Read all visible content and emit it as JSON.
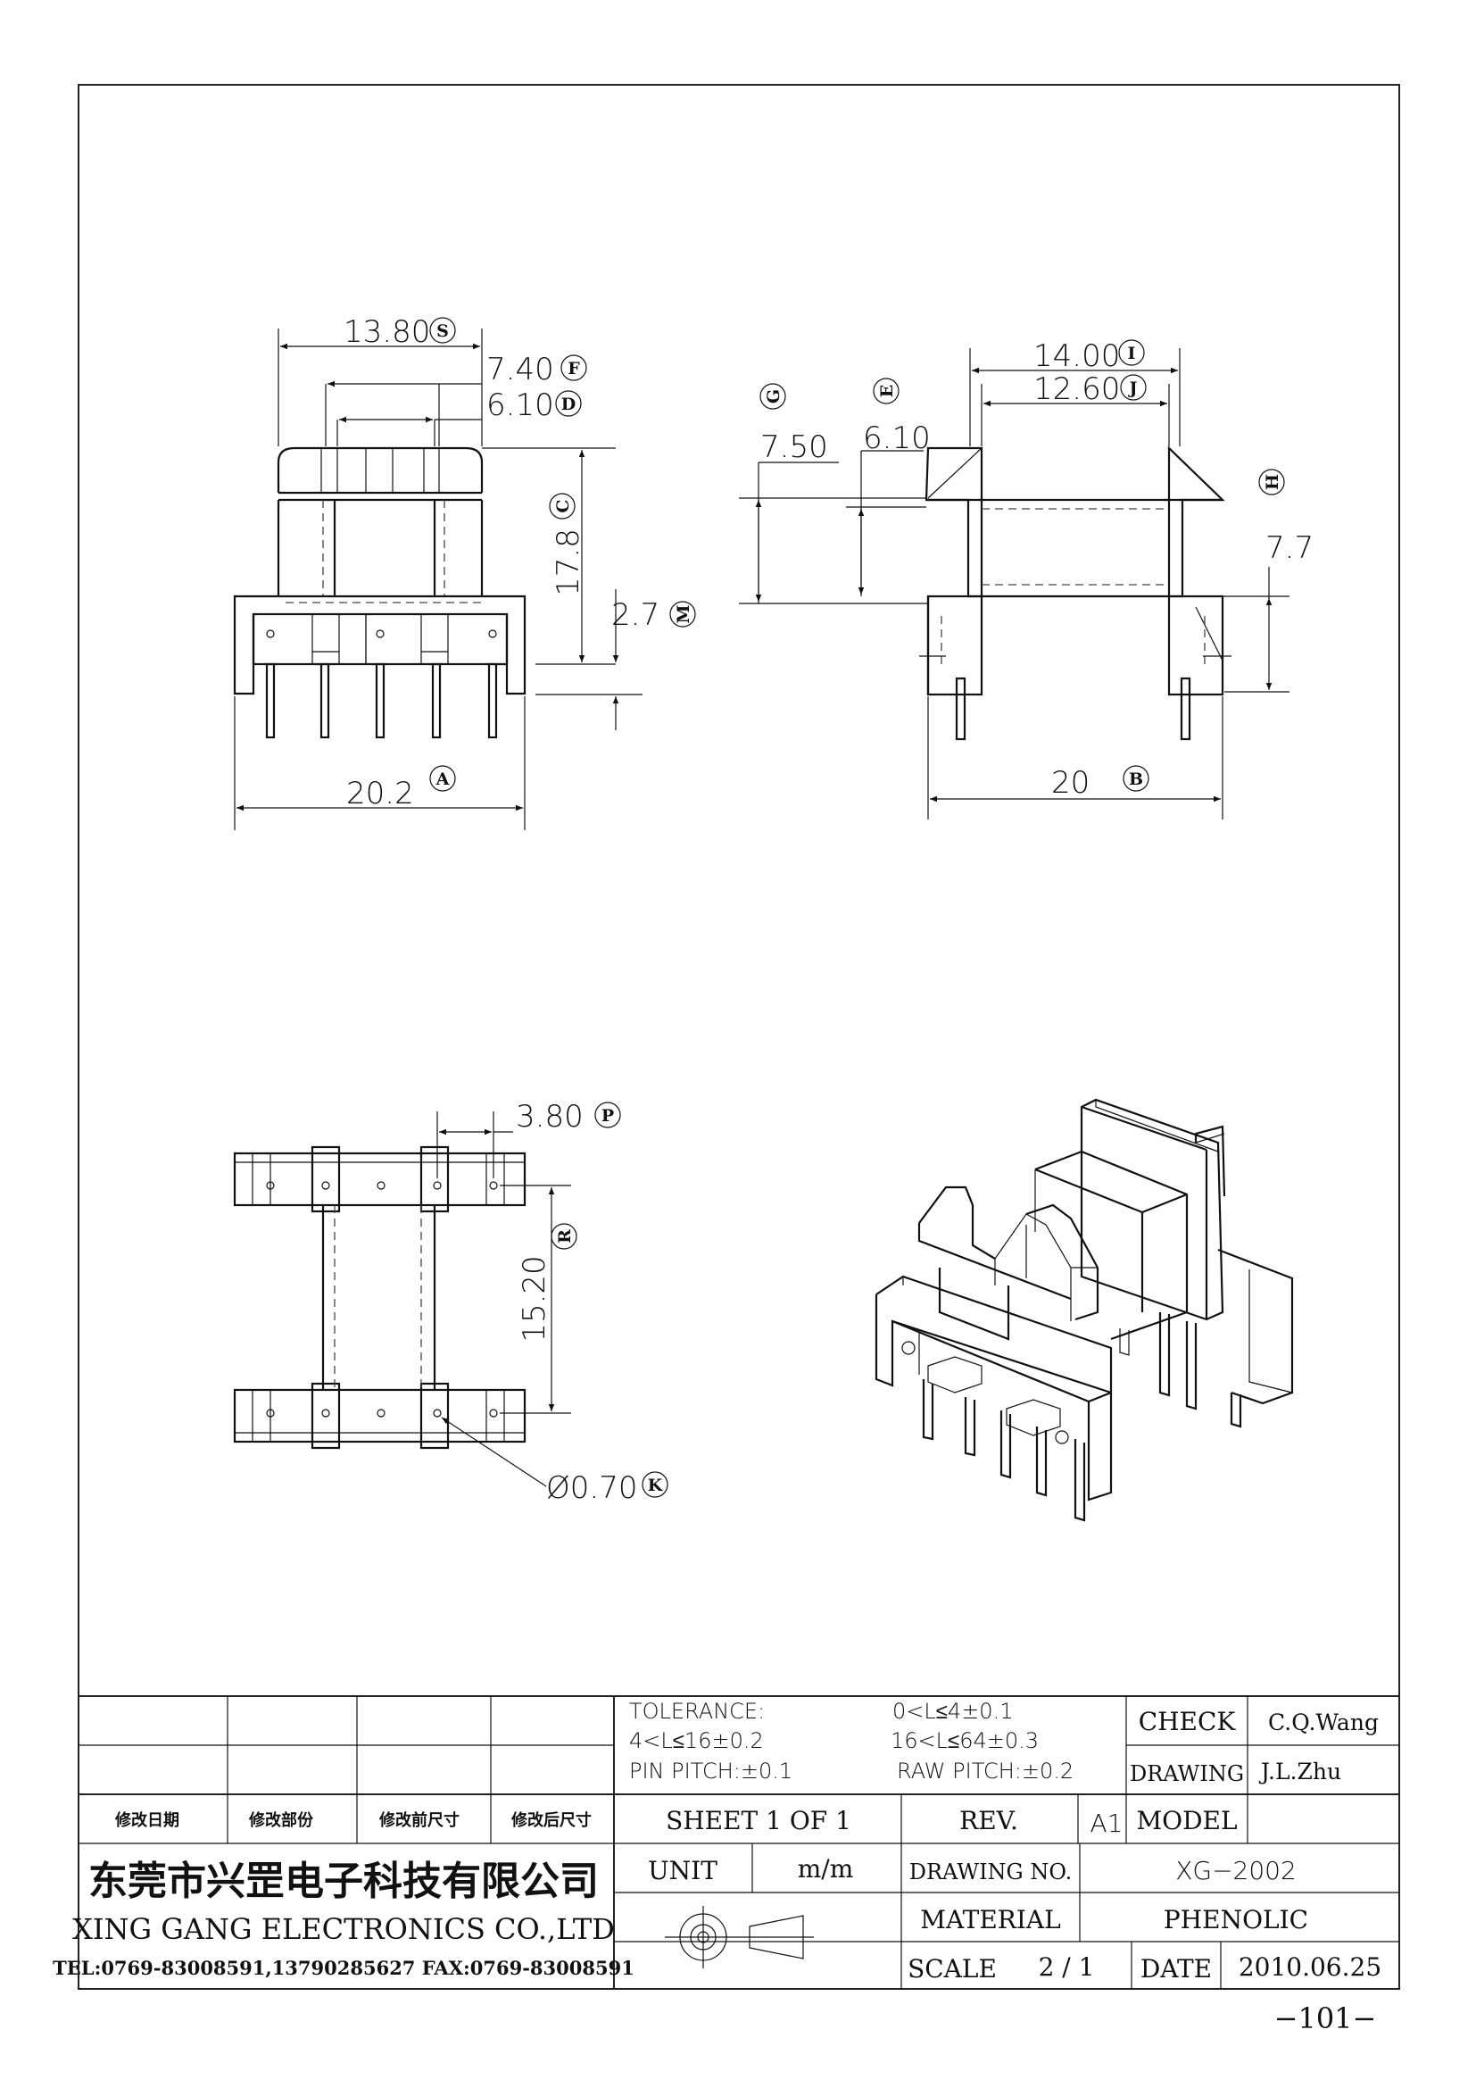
{
  "dimensions": {
    "s_width": "13.80",
    "f_width": "7.40",
    "d_width": "6.10",
    "c_height": "17.8",
    "m_height": "2.7",
    "a_width": "20.2",
    "i_width": "14.00",
    "j_width": "12.60",
    "g_height": "7.50",
    "e_height": "6.10",
    "h_height": "7.7",
    "b_width": "20",
    "p_pitch": "3.80",
    "r_span": "15.20",
    "k_dia": "Ø0.70"
  },
  "labels": {
    "S": "S",
    "F": "F",
    "D": "D",
    "C": "C",
    "M": "M",
    "A": "A",
    "I": "I",
    "J": "J",
    "G": "G",
    "E": "E",
    "H": "H",
    "B": "B",
    "P": "P",
    "R": "R",
    "K": "K"
  },
  "title_block": {
    "tolerance_label": "TOLERANCE:",
    "tol_1": "0<L≤4±0.1",
    "tol_2": "4<L≤16±0.2",
    "tol_3": "16<L≤64±0.3",
    "pin_pitch": "PIN PITCH:±0.1",
    "raw_pitch": "RAW PITCH:±0.2",
    "check_label": "CHECK",
    "check_value": "C.Q.Wang",
    "drawing_label": "DRAWING",
    "drawing_value": "J.L.Zhu",
    "rev_headers": [
      "修改日期",
      "修改部份",
      "修改前尺寸",
      "修改后尺寸"
    ],
    "sheet": "SHEET 1 OF 1",
    "rev_label": "REV.",
    "rev_value": "A1",
    "model_label": "MODEL",
    "unit_label": "UNIT",
    "unit_value": "m/m",
    "drawing_no_label": "DRAWING NO.",
    "drawing_no_value": "XG−2002",
    "material_label": "MATERIAL",
    "material_value": "PHENOLIC",
    "scale_label": "SCALE",
    "scale_value": "2 / 1",
    "date_label": "DATE",
    "date_value": "2010.06.25",
    "company_cn": "东莞市兴罡电子科技有限公司",
    "company_en": "XING GANG  ELECTRONICS CO.,LTD",
    "tel": "TEL:0769-83008591,13790285627 FAX:0769-83008591"
  },
  "page_number": "−101−"
}
